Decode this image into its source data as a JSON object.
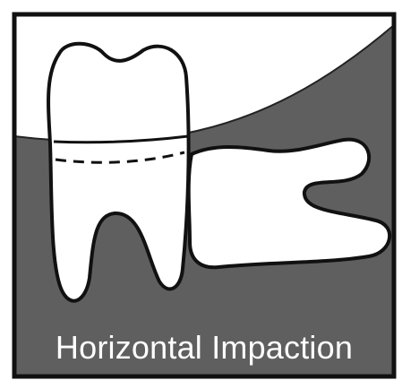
{
  "diagram": {
    "caption": "Horizontal Impaction",
    "colors": {
      "background": "#ffffff",
      "bone": "#5f5f5f",
      "tooth_fill": "#ffffff",
      "outline": "#111111",
      "caption_text": "#ffffff"
    },
    "parts": [
      "frame",
      "gum-bone",
      "erupted-molar",
      "impacted-horizontal-tooth",
      "gum-line-dashes"
    ]
  }
}
